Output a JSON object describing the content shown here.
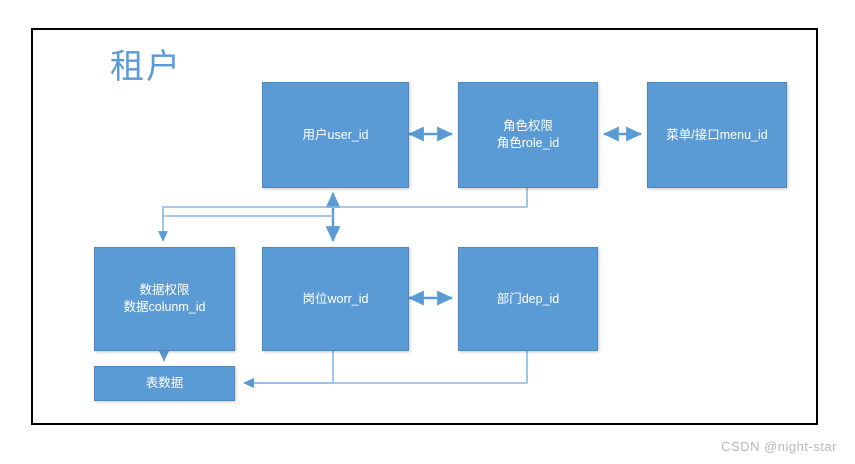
{
  "diagram": {
    "title": "租户",
    "title_color": "#5B9BD5",
    "node_fill": "#5B9BD5",
    "connector_color": "#5B9BD5",
    "frame_border_color": "#000000",
    "nodes": [
      {
        "id": "user",
        "label_line1": "用户user_id",
        "label_line2": ""
      },
      {
        "id": "role",
        "label_line1": "角色权限",
        "label_line2": "角色role_id"
      },
      {
        "id": "menu",
        "label_line1": "菜单/接口menu_id",
        "label_line2": ""
      },
      {
        "id": "column",
        "label_line1": "数据权限",
        "label_line2": "数据colunm_id"
      },
      {
        "id": "post",
        "label_line1": "岗位worr_id",
        "label_line2": ""
      },
      {
        "id": "dept",
        "label_line1": "部门dep_id",
        "label_line2": ""
      },
      {
        "id": "table",
        "label_line1": "表数据",
        "label_line2": ""
      }
    ],
    "connections": [
      {
        "from": "user",
        "to": "role",
        "type": "double-arrow"
      },
      {
        "from": "role",
        "to": "menu",
        "type": "double-arrow"
      },
      {
        "from": "post",
        "to": "dept",
        "type": "double-arrow"
      },
      {
        "from": "user",
        "to": "post",
        "type": "double-arrow-vertical"
      },
      {
        "from": "role",
        "to": "column",
        "type": "elbow-arrow"
      },
      {
        "from": "column",
        "to": "table",
        "type": "arrow-down"
      },
      {
        "from": "post",
        "to": "table",
        "type": "elbow-arrow"
      },
      {
        "from": "dept",
        "to": "table",
        "type": "elbow-arrow"
      }
    ]
  },
  "watermark": "CSDN @night-star"
}
